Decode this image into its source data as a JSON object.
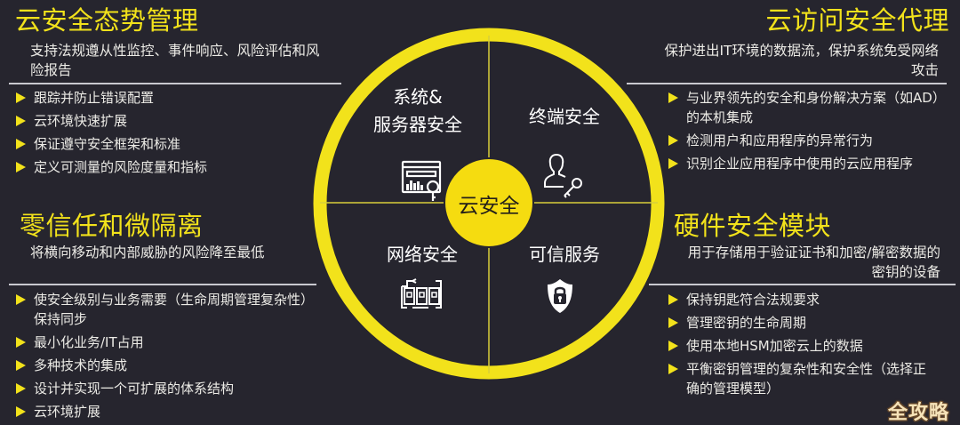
{
  "colors": {
    "background": "#26252e",
    "accent_yellow": "#f2e21b",
    "text": "#ecebe6",
    "divider": "#c9c9cf"
  },
  "center": {
    "label": "云安全",
    "quadrants": [
      {
        "id": "top-left",
        "label_line1": "系统&",
        "label_line2": "服务器安全",
        "icon": "server-monitor-key-icon"
      },
      {
        "id": "top-right",
        "label": "终端安全",
        "icon": "user-key-icon"
      },
      {
        "id": "bottom-left",
        "label": "网络安全",
        "icon": "network-devices-icon"
      },
      {
        "id": "bottom-right",
        "label": "可信服务",
        "icon": "shield-lock-icon"
      }
    ]
  },
  "sections": {
    "top_left": {
      "title": "云安全态势管理",
      "subtitle": "支持法规遵从性监控、事件响应、风险评估和风险报告",
      "bullets": [
        "跟踪并防止错误配置",
        "云环境快速扩展",
        "保证遵守安全框架和标准",
        "定义可测量的风险度量和指标"
      ]
    },
    "top_right": {
      "title": "云访问安全代理",
      "subtitle_line1": "保护进出IT环境的数据流，保护系统免受网络",
      "subtitle_line2": "攻击",
      "bullets": [
        "与业界领先的安全和身份解决方案（如AD）的本机集成",
        "检测用户和应用程序的异常行为",
        "识别企业应用程序中使用的云应用程序"
      ]
    },
    "bottom_left": {
      "title": "零信任和微隔离",
      "subtitle": "将横向移动和内部威胁的风险降至最低",
      "bullets": [
        "使安全级别与业务需要（生命周期管理复杂性）保持同步",
        "最小化业务/IT占用",
        "多种技术的集成",
        "设计并实现一个可扩展的体系结构",
        "云环境扩展"
      ]
    },
    "bottom_right": {
      "title": "硬件安全模块",
      "subtitle_line1": "用于存储用于验证证书和加密/解密数据的",
      "subtitle_line2": "密钥的设备",
      "bullets": [
        "保持钥匙符合法规要求",
        "管理密钥的生命周期",
        "使用本地HSM加密云上的数据",
        "平衡密钥管理的复杂性和安全性（选择正确的管理模型）"
      ]
    }
  },
  "watermark": "全攻略"
}
